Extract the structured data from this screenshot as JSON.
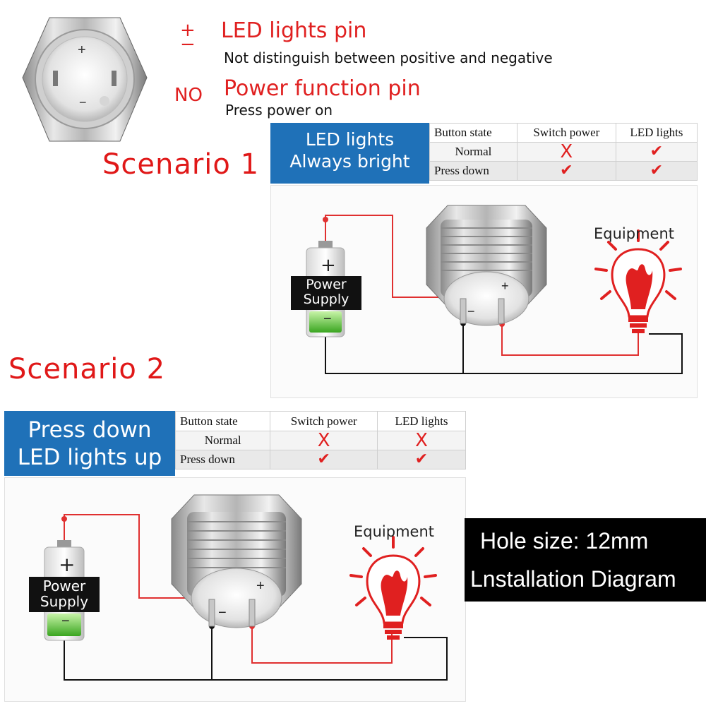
{
  "legend": {
    "led_symbol_plus": "+",
    "led_symbol_minus": "−",
    "led_title": "LED lights pin",
    "led_desc": "Not distinguish between positive and negative",
    "no_symbol": "NO",
    "power_title": "Power function pin",
    "power_desc": "Press power on"
  },
  "button_photo": {
    "plus": "+",
    "minus": "−"
  },
  "scenario1": {
    "title": "Scenario 1",
    "mode_line1": "LED lights",
    "mode_line2": "Always bright",
    "table": {
      "headers": [
        "Button state",
        "Switch power",
        "LED lights"
      ],
      "rows": [
        {
          "state": "Normal",
          "switch_power": "X",
          "led": "✔"
        },
        {
          "state": "Press down",
          "switch_power": "✔",
          "led": "✔"
        }
      ]
    },
    "diagram": {
      "battery_plus": "+",
      "battery_minus": "−",
      "power_line1": "Power",
      "power_line2": "Supply",
      "switch_plus": "+",
      "switch_minus": "−",
      "equipment": "Equipment"
    }
  },
  "scenario2": {
    "title": "Scenario 2",
    "mode_line1": "Press down",
    "mode_line2": "LED lights up",
    "table": {
      "headers": [
        "Button state",
        "Switch power",
        "LED lights"
      ],
      "rows": [
        {
          "state": "Normal",
          "switch_power": "X",
          "led": "X"
        },
        {
          "state": "Press down",
          "switch_power": "✔",
          "led": "✔"
        }
      ]
    },
    "diagram": {
      "battery_plus": "+",
      "battery_minus": "−",
      "power_line1": "Power",
      "power_line2": "Supply",
      "switch_plus": "+",
      "switch_minus": "−",
      "equipment": "Equipment"
    }
  },
  "info": {
    "hole_size": "Hole size: 12mm",
    "installation": "Lnstallation Diagram"
  },
  "colors": {
    "accent_red": "#e02020",
    "mode_blue": "#1f71b8",
    "wire_red": "#e03030",
    "wire_black": "#111111",
    "battery_green": "#7ed957"
  }
}
